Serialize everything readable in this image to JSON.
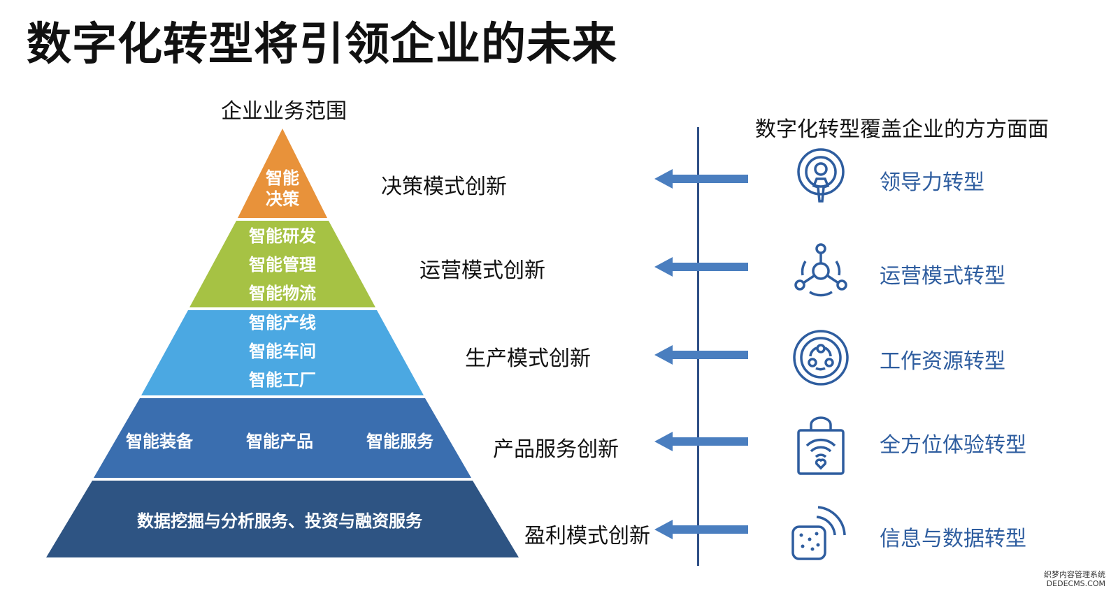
{
  "title": "数字化转型将引领企业的未来",
  "pyramid": {
    "heading": "企业业务范围",
    "tiers": [
      {
        "items": [
          "智能",
          "决策"
        ],
        "color": "#e8923a"
      },
      {
        "items": [
          "智能研发",
          "智能管理",
          "智能物流"
        ],
        "color": "#a6c244"
      },
      {
        "items": [
          "智能产线",
          "智能车间",
          "智能工厂"
        ],
        "color": "#4ba8e2"
      },
      {
        "items": [
          "智能装备",
          "智能产品",
          "智能服务"
        ],
        "color": "#3a6eaf"
      },
      {
        "items": [
          "数据挖掘与分析服务、投资与融资服务"
        ],
        "color": "#2e5483"
      }
    ]
  },
  "innovations": [
    "决策模式创新",
    "运营模式创新",
    "生产模式创新",
    "产品服务创新",
    "盈利模式创新"
  ],
  "aspects": {
    "heading": "数字化转型覆盖企业的方方面面",
    "items": [
      {
        "label": "领导力转型",
        "icon": "leader-icon"
      },
      {
        "label": "运营模式转型",
        "icon": "network-icon"
      },
      {
        "label": "工作资源转型",
        "icon": "resource-cycle-icon"
      },
      {
        "label": "全方位体验转型",
        "icon": "shopping-bag-wifi-icon"
      },
      {
        "label": "信息与数据转型",
        "icon": "data-chip-wifi-icon"
      }
    ]
  },
  "colors": {
    "arrow": "#4a7ebf",
    "icon": "#2e5d9f",
    "accent_text": "#2e5d9f"
  },
  "watermark": [
    "织梦内容管理系统",
    "DEDECMS.COM"
  ]
}
